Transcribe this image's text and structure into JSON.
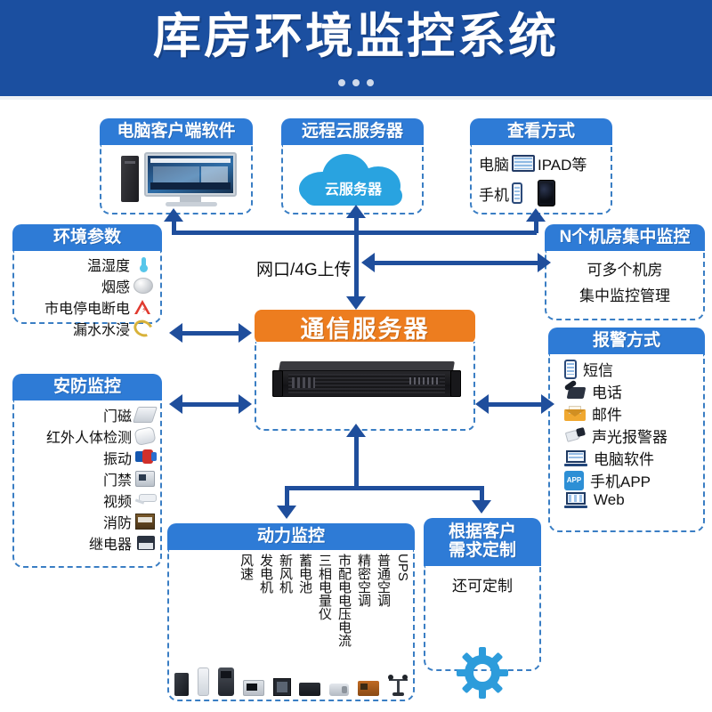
{
  "banner": {
    "title": "库房环境监控系统",
    "dots": 3,
    "bg_color": "#1B4FA0"
  },
  "colors": {
    "header_blue": "#2E7BD6",
    "server_orange": "#ED7D1F",
    "arrow_blue": "#1F4E9C",
    "cloud_blue": "#29A3E0",
    "gear_blue": "#2D9CDB"
  },
  "top_row": {
    "pc_client": {
      "title": "电脑客户端软件",
      "icon": "desktop-computer-icon"
    },
    "cloud_server": {
      "title": "远程云服务器",
      "cloud_label": "云服务器"
    },
    "view_methods": {
      "title": "查看方式",
      "rows": [
        {
          "label": "电脑",
          "icon": "ipad-tablet-icon",
          "suffix": "IPAD等"
        },
        {
          "label": "手机",
          "icon": "smartphone-icon",
          "suffix": ""
        }
      ]
    }
  },
  "left_column": {
    "env_params": {
      "title": "环境参数",
      "items": [
        {
          "label": "温湿度",
          "icon": "thermometer-icon"
        },
        {
          "label": "烟感",
          "icon": "smoke-detector-icon"
        },
        {
          "label": "市电停电断电",
          "icon": "power-warning-icon"
        },
        {
          "label": "漏水水浸",
          "icon": "water-leak-rope-icon"
        }
      ]
    },
    "security": {
      "title": "安防监控",
      "items": [
        {
          "label": "门磁",
          "icon": "door-magnetic-sensor-icon"
        },
        {
          "label": "红外人体检测",
          "icon": "infrared-detector-icon"
        },
        {
          "label": "振动",
          "icon": "vibration-sensor-icon"
        },
        {
          "label": "门禁",
          "icon": "access-control-icon"
        },
        {
          "label": "视频",
          "icon": "cctv-camera-icon"
        },
        {
          "label": "消防",
          "icon": "fire-fighting-icon"
        },
        {
          "label": "继电器",
          "icon": "relay-icon"
        }
      ]
    }
  },
  "center": {
    "network_label": "网口/4G上传",
    "server": {
      "title": "通信服务器",
      "device_icon": "rack-server-icon"
    }
  },
  "right_column": {
    "n_rooms": {
      "title": "N个机房集中监控",
      "lines": [
        "可多个机房",
        "集中监控管理"
      ]
    },
    "alarm": {
      "title": "报警方式",
      "items": [
        {
          "label": "短信",
          "icon": "sms-phone-icon"
        },
        {
          "label": "电话",
          "icon": "telephone-icon"
        },
        {
          "label": "邮件",
          "icon": "email-envelope-icon"
        },
        {
          "label": "声光报警器",
          "icon": "sound-light-siren-icon"
        },
        {
          "label": "电脑软件",
          "icon": "laptop-software-icon"
        },
        {
          "label": "手机APP",
          "icon": "mobile-app-icon"
        },
        {
          "label": "Web",
          "icon": "web-browser-icon"
        }
      ]
    }
  },
  "bottom_row": {
    "power_monitoring": {
      "title": "动力监控",
      "items": [
        "UPS",
        "普通空调",
        "精密空调",
        "市配电电压电流",
        "三相电量仪",
        "蓄电池",
        "新风机",
        "发电机",
        "风速"
      ]
    },
    "customization": {
      "title": "根据客户需求定制",
      "title_lines": [
        "根据客户",
        "需求定制"
      ],
      "body": "还可定制",
      "icon": "gear-icon"
    }
  }
}
